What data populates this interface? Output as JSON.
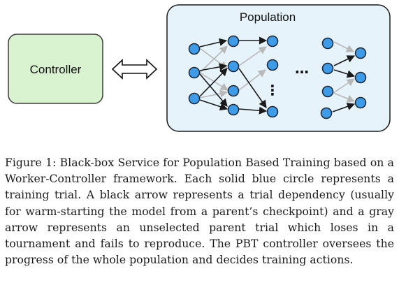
{
  "diagram": {
    "controller_label": "Controller",
    "population_label": "Population",
    "ellipsis_horizontal": "…",
    "ellipsis_vertical": "⋮",
    "colors": {
      "controller_fill": "#d9f2cf",
      "controller_stroke": "#3d3d3d",
      "population_fill": "#e6f3fb",
      "node_fill": "#3d9be8",
      "node_stroke": "#1c2530",
      "black_arrow": "#1a1a1a",
      "gray_arrow": "#b8b8b8"
    }
  },
  "caption": {
    "text": "Figure 1: Black-box Service for Population Based Training based on a Worker-Controller framework. Each solid blue circle represents a training trial. A black arrow represents a trial dependency (usually for warm-starting the model from a parent’s checkpoint) and a gray arrow represents an unselected parent trial which loses in a tournament and fails to reproduce. The PBT controller oversees the progress of the whole population and decides training actions."
  }
}
